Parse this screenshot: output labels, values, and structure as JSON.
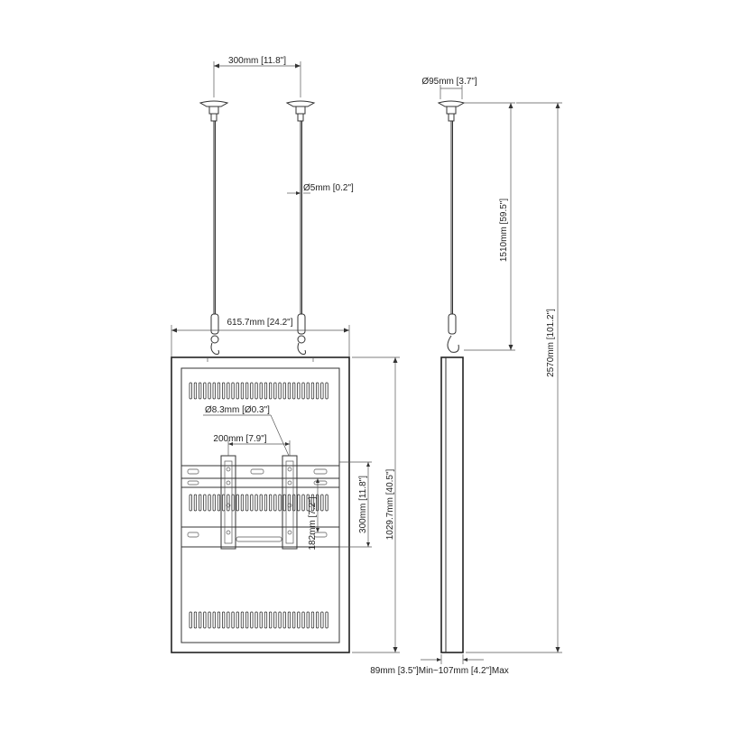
{
  "diagram": {
    "labels": {
      "cable_spacing": "300mm [11.8\"]",
      "ceiling_plate_diameter": "Ø95mm [3.7\"]",
      "cable_diameter": "Ø5mm [0.2\"]",
      "cable_length": "1510mm [59.5\"]",
      "overall_height": "2570mm [101.2\"]",
      "frame_width": "615.7mm [24.2\"]",
      "hole_diameter": "Ø8.3mm [Ø0.3\"]",
      "bracket_horizontal": "200mm [7.9\"]",
      "bracket_vertical_outer": "300mm [11.8\"]",
      "bracket_vertical_inner": "182mm [7.2\"]",
      "frame_height": "1029.7mm [40.5\"]",
      "depth": "89mm [3.5\"]Min~107mm [4.2\"]Max"
    },
    "colors": {
      "line": "#333333",
      "background": "#ffffff"
    }
  }
}
